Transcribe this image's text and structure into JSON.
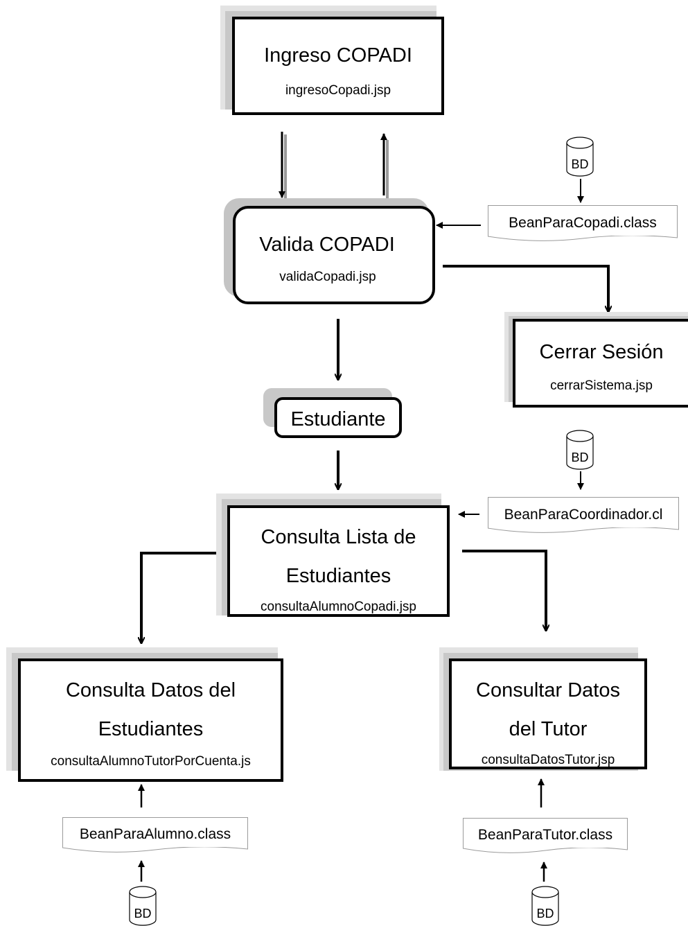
{
  "nodes": {
    "ingreso": {
      "title": "Ingreso COPADI",
      "file": "ingresoCopadi.jsp"
    },
    "valida": {
      "title": "Valida COPADI",
      "file": "validaCopadi.jsp"
    },
    "cerrar": {
      "title": "Cerrar Sesión",
      "file": "cerrarSistema.jsp"
    },
    "estudiante": {
      "title": "Estudiante"
    },
    "consulta_lista": {
      "title_line1": "Consulta Lista de",
      "title_line2": "Estudiantes",
      "file": "consultaAlumnoCopadi.jsp"
    },
    "consulta_datos_est": {
      "title_line1": "Consulta Datos del",
      "title_line2": "Estudiantes",
      "file": "consultaAlumnoTutorPorCuenta.js"
    },
    "consultar_tutor": {
      "title_line1": "Consultar Datos",
      "title_line2": "del Tutor",
      "file": "consultaDatosTutor.jsp"
    }
  },
  "beans": {
    "copadi": "BeanParaCopadi.class",
    "coordinador": "BeanParaCoordinador.cl",
    "alumno": "BeanParaAlumno.class",
    "tutor": "BeanParaTutor.class"
  },
  "database_label": "BD",
  "colors": {
    "line": "#000000",
    "shadow": "#c8c8c8",
    "doc_border": "#9a9a9a"
  }
}
